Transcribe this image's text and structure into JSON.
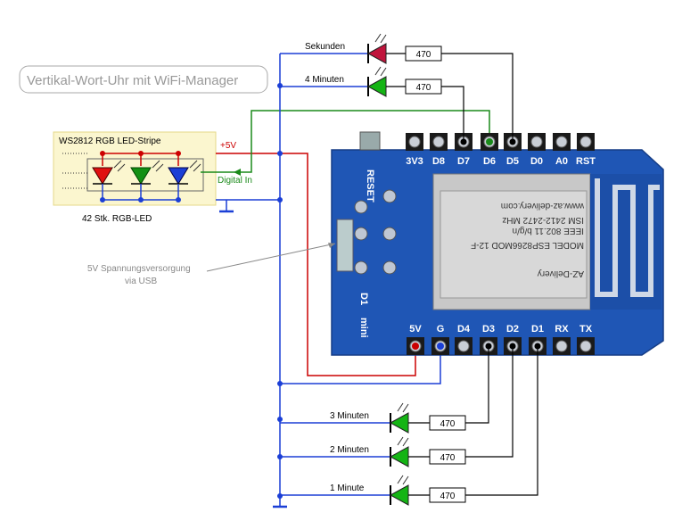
{
  "title": "Vertikal-Wort-Uhr mit WiFi-Manager",
  "strip": {
    "label": "WS2812 RGB LED-Stripe",
    "count_label": "42 Stk. RGB-LED",
    "digital_in": "Digital In",
    "plus5v": "+5V"
  },
  "usb_note": {
    "line1": "5V Spannungsversorgung",
    "line2": "via USB"
  },
  "board": {
    "top_pins": [
      "3V3",
      "D8",
      "D7",
      "D6",
      "D5",
      "D0",
      "A0",
      "RST"
    ],
    "bottom_pins": [
      "5V",
      "G",
      "D4",
      "D3",
      "D2",
      "D1",
      "RX",
      "TX"
    ],
    "reset": "RESET",
    "name": "D1",
    "name2": "mini",
    "module_lines": [
      "www.az-delivery.com",
      "ISM 2412-2472 MHz",
      "IEEE 802.11 b/g/n",
      "MODEL ESP8266MOD 12-F",
      "AZ-Delivery"
    ]
  },
  "leds": [
    {
      "label": "Sekunden",
      "resistor": "470",
      "color": "#c0143c"
    },
    {
      "label": "4 Minuten",
      "resistor": "470",
      "color": "#14b414"
    },
    {
      "label": "3 Minuten",
      "resistor": "470",
      "color": "#14b414"
    },
    {
      "label": "2 Minuten",
      "resistor": "470",
      "color": "#14b414"
    },
    {
      "label": "1 Minute",
      "resistor": "470",
      "color": "#14b414"
    }
  ],
  "colors": {
    "wire_blue": "#1b3fd6",
    "wire_red": "#cc0000",
    "wire_green": "#1a8a1a",
    "wire_black": "#000000",
    "board": "#1f56b5"
  }
}
